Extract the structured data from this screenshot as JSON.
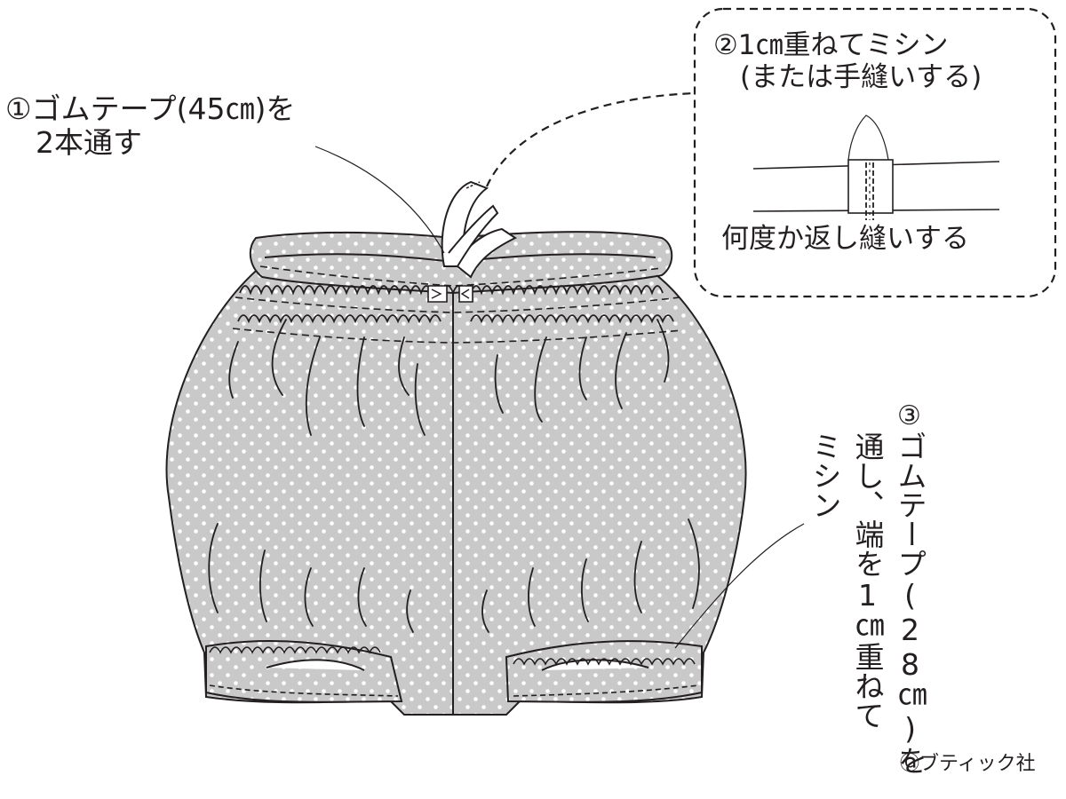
{
  "step1": {
    "line1": "①ゴムテープ(45㎝)を",
    "line2": "2本通す"
  },
  "step2": {
    "line1": "②1㎝重ねてミシン",
    "line2": "(または手縫いする)",
    "note": "何度か返し縫いする"
  },
  "step3": {
    "number": "③",
    "column1": "ゴムテープ(28㎝)を",
    "column2": "通し、端を1㎝重ねて",
    "column3": "ミシン"
  },
  "copyright": "Ⓒブティック社",
  "colors": {
    "line": "#231f20",
    "fabric_fill": "#c9c9c9",
    "dot": "#ffffff",
    "background": "#ffffff"
  }
}
